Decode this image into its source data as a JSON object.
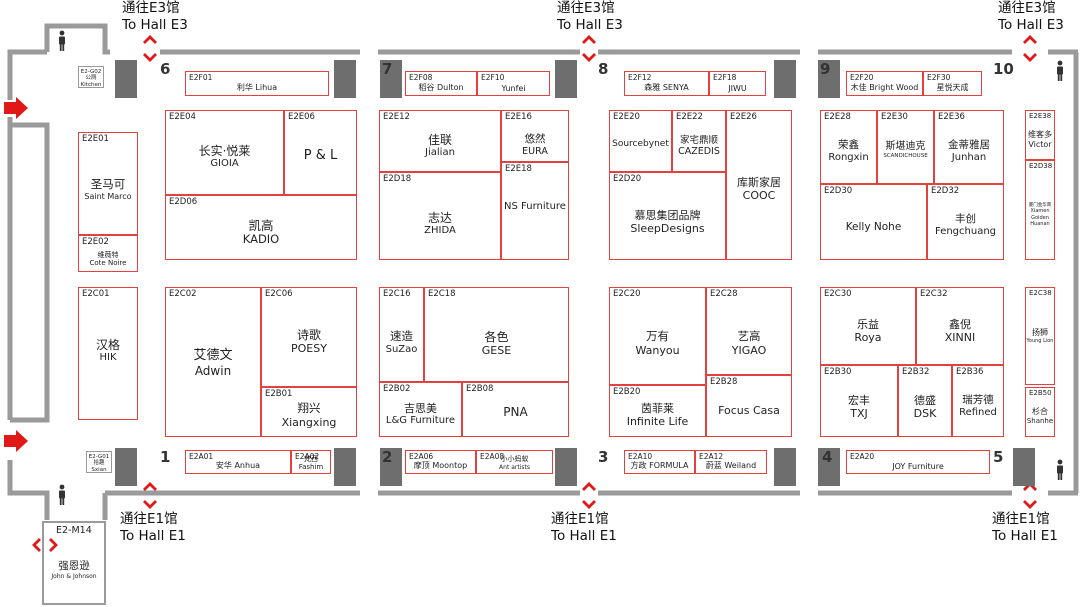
{
  "colors": {
    "booth_border": "#e34040",
    "wall": "#9a9a9a",
    "pillar": "#6e6e6e",
    "arrow": "#e01818"
  },
  "directions": {
    "top_left": {
      "cn": "通往E3馆",
      "en": "To Hall E3"
    },
    "top_mid": {
      "cn": "通往E3馆",
      "en": "To Hall E3"
    },
    "top_right": {
      "cn": "通往E3馆",
      "en": "To Hall E3"
    },
    "bot_left": {
      "cn": "通往E1馆",
      "en": "To Hall E1"
    },
    "bot_mid": {
      "cn": "通往E1馆",
      "en": "To Hall E1"
    },
    "bot_right": {
      "cn": "通往E1馆",
      "en": "To Hall E1"
    }
  },
  "pillars": {
    "p1": "1",
    "p2": "2",
    "p3": "3",
    "p4": "4",
    "p5": "5",
    "p6": "6",
    "p7": "7",
    "p8": "8",
    "p9": "9",
    "p10": "10"
  },
  "small": {
    "g02": {
      "code": "E2-G02",
      "cn": "公厕",
      "en": "Kitchen"
    },
    "g01": {
      "code": "E2-G01",
      "cn": "拾趣",
      "en": "Sxian"
    }
  },
  "m14": {
    "code": "E2-M14",
    "cn": "强恩逊",
    "en": "John & Johnson"
  },
  "strips": {
    "f01": {
      "code": "E2F01",
      "name": "利华 Lihua"
    },
    "f08": {
      "code": "E2F08",
      "name": "稻谷 Dulton"
    },
    "f10": {
      "code": "E2F10",
      "name": "Yunfei"
    },
    "f12": {
      "code": "E2F12",
      "name": "森雅 SENYA"
    },
    "f18": {
      "code": "E2F18",
      "name": "JIWU"
    },
    "f20": {
      "code": "E2F20",
      "name": "木佳 Bright Wood"
    },
    "f30": {
      "code": "E2F30",
      "name": "星悦天成"
    },
    "a01": {
      "code": "E2A01",
      "name": "安华 Anhua"
    },
    "a02": {
      "code": "E2A02",
      "name": "梵西",
      "name2": "Fashim"
    },
    "a06": {
      "code": "E2A06",
      "name": "摩顶 Moontop"
    },
    "a08": {
      "code": "E2A08",
      "name": "小小蚂蚁",
      "name2": "Ant artists"
    },
    "a10": {
      "code": "E2A10",
      "name": "方政 FORMULA"
    },
    "a12": {
      "code": "E2A12",
      "name": "蔚蓝 Weiland"
    },
    "a20": {
      "code": "E2A20",
      "name": "JOY Furniture"
    }
  },
  "booths": {
    "e01": {
      "code": "E2E01",
      "cn": "圣马可",
      "en": "Saint Marco"
    },
    "e02": {
      "code": "E2E02",
      "cn": "维薇特",
      "en": "Cote Noire"
    },
    "c01": {
      "code": "E2C01",
      "cn": "汉格",
      "en": "HIK"
    },
    "e04": {
      "code": "E2E04",
      "cn": "长实·悦莱",
      "en": "GIOIA"
    },
    "e06": {
      "code": "E2E06",
      "cn": "P & L",
      "en": ""
    },
    "d06": {
      "code": "E2D06",
      "cn": "凯高",
      "en": "KADIO"
    },
    "c02": {
      "code": "E2C02",
      "cn": "艾德文",
      "en": "Adwin"
    },
    "c06": {
      "code": "E2C06",
      "cn": "诗歌",
      "en": "POESY"
    },
    "b01": {
      "code": "E2B01",
      "cn": "翔兴",
      "en": "Xiangxing"
    },
    "e12": {
      "code": "E2E12",
      "cn": "佳联",
      "en": "Jialian"
    },
    "e16": {
      "code": "E2E16",
      "cn": "悠然",
      "en": "EURA"
    },
    "d18": {
      "code": "E2D18",
      "cn": "志达",
      "en": "ZHIDA"
    },
    "e18": {
      "code": "E2E18",
      "cn": "NS Furniture",
      "en": ""
    },
    "c16": {
      "code": "E2C16",
      "cn": "速造",
      "en": "SuZao"
    },
    "c18": {
      "code": "E2C18",
      "cn": "各色",
      "en": "GESE"
    },
    "b02": {
      "code": "E2B02",
      "cn": "吉思美",
      "en": "L&G Furniture"
    },
    "b08": {
      "code": "E2B08",
      "cn": "PNA",
      "en": ""
    },
    "e20": {
      "code": "E2E20",
      "cn": "Sourcebynet",
      "en": ""
    },
    "e22": {
      "code": "E2E22",
      "cn": "家宅鼎顺",
      "en": "CAZEDIS"
    },
    "e26": {
      "code": "E2E26",
      "cn": "库斯家居",
      "en": "COOC"
    },
    "d20": {
      "code": "E2D20",
      "cn": "慕思集团品牌",
      "en": "SleepDesigns"
    },
    "c20": {
      "code": "E2C20",
      "cn": "万有",
      "en": "Wanyou"
    },
    "c28": {
      "code": "E2C28",
      "cn": "艺高",
      "en": "YIGAO"
    },
    "b20": {
      "code": "E2B20",
      "cn": "茵菲莱",
      "en": "Infinite Life"
    },
    "b28": {
      "code": "E2B28",
      "cn": "Focus Casa",
      "en": ""
    },
    "e28": {
      "code": "E2E28",
      "cn": "荣鑫",
      "en": "Rongxin"
    },
    "e30": {
      "code": "E2E30",
      "cn": "斯堪迪克",
      "en": "SCANDICHOUSE"
    },
    "e36": {
      "code": "E2E36",
      "cn": "金蒂雅居",
      "en": "Junhan"
    },
    "d30": {
      "code": "E2D30",
      "cn": "Kelly Nohe",
      "en": ""
    },
    "d32": {
      "code": "E2D32",
      "cn": "丰创",
      "en": "Fengchuang"
    },
    "c30": {
      "code": "E2C30",
      "cn": "乐益",
      "en": "Roya"
    },
    "c32": {
      "code": "E2C32",
      "cn": "鑫倪",
      "en": "XINNI"
    },
    "b30": {
      "code": "E2B30",
      "cn": "宏丰",
      "en": "TXJ"
    },
    "b32": {
      "code": "E2B32",
      "cn": "德盛",
      "en": "DSK"
    },
    "b36": {
      "code": "E2B36",
      "cn": "瑞芳德",
      "en": "Refined"
    },
    "e38": {
      "code": "E2E38",
      "cn": "维客多",
      "en": "Victor"
    },
    "d38": {
      "code": "E2D38",
      "cn": "厦门金华南",
      "en": "Xiamen Golden Huanan"
    },
    "c38": {
      "code": "E2C38",
      "cn": "扬狮",
      "en": "Young Lion"
    },
    "b50": {
      "code": "E2B50",
      "cn": "杉合",
      "en": "Shanhe"
    }
  }
}
